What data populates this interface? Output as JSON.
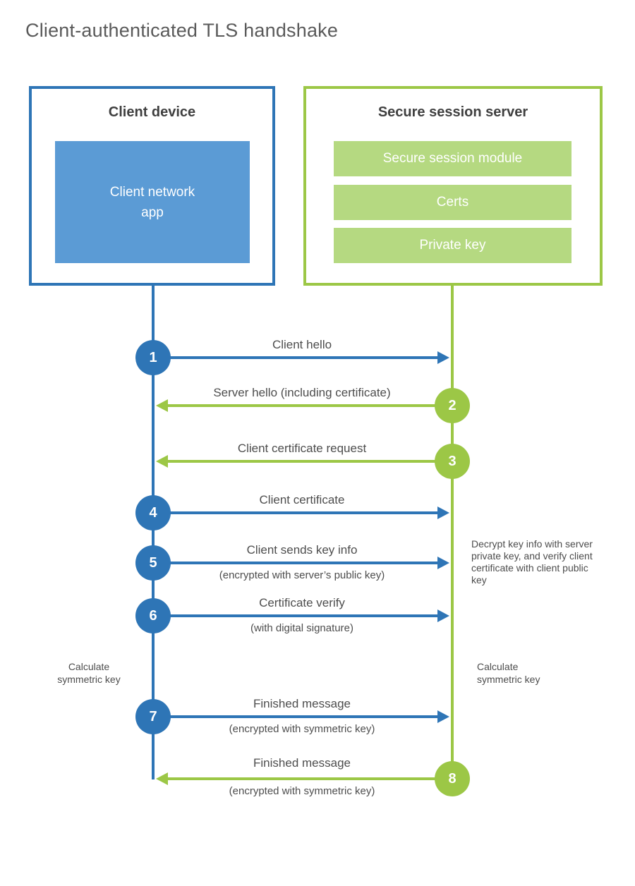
{
  "title": "Client-authenticated TLS handshake",
  "colors": {
    "blue": "#2e75b6",
    "light_blue": "#5b9bd5",
    "green": "#9cc746",
    "light_green": "#b5d981",
    "label_text": "#4d4d4d",
    "title_text": "#5a5a5a"
  },
  "client_box": {
    "title": "Client device",
    "app_label": "Client network app"
  },
  "server_box": {
    "title": "Secure session server",
    "modules": {
      "0": "Secure session module",
      "1": "Certs",
      "2": "Private key"
    }
  },
  "messages": {
    "0": {
      "step": "1",
      "direction": "right",
      "color": "blue",
      "label": "Client hello",
      "sublabel": ""
    },
    "1": {
      "step": "2",
      "direction": "left",
      "color": "green",
      "label": "Server hello (including certificate)",
      "sublabel": ""
    },
    "2": {
      "step": "3",
      "direction": "left",
      "color": "green",
      "label": "Client certificate request",
      "sublabel": ""
    },
    "3": {
      "step": "4",
      "direction": "right",
      "color": "blue",
      "label": "Client certificate",
      "sublabel": ""
    },
    "4": {
      "step": "5",
      "direction": "right",
      "color": "blue",
      "label": "Client sends key info",
      "sublabel": "(encrypted with server’s public key)"
    },
    "5": {
      "step": "6",
      "direction": "right",
      "color": "blue",
      "label": "Certificate verify",
      "sublabel": "(with digital signature)"
    },
    "6": {
      "step": "7",
      "direction": "right",
      "color": "blue",
      "label": "Finished message",
      "sublabel": "(encrypted with symmetric key)"
    },
    "7": {
      "step": "8",
      "direction": "left",
      "color": "green",
      "label": "Finished message",
      "sublabel": "(encrypted with symmetric key)"
    }
  },
  "annotations": {
    "decrypt_note": "Decrypt key info with server private key, and verify client certificate with client public key",
    "calculate_left": "Calculate symmetric key",
    "calculate_right": "Calculate symmetric key"
  }
}
